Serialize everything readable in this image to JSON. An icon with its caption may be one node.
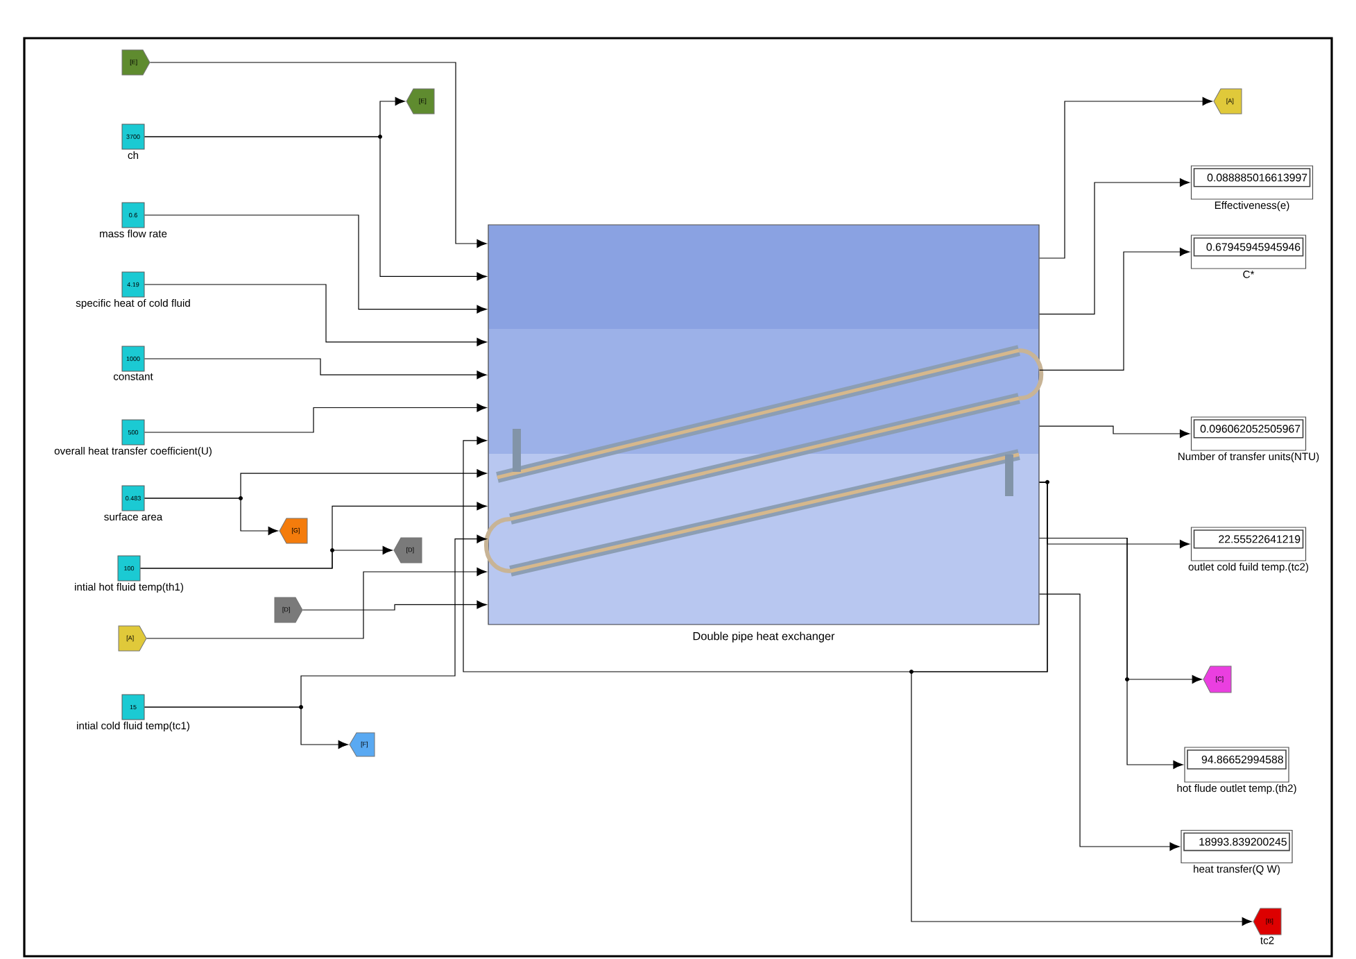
{
  "diagram": {
    "nodes": [
      {
        "text": [
          "[E]"
        ]
      },
      {
        "text": [
          "3700"
        ],
        "beside": [
          "ch"
        ]
      },
      {
        "text": [
          "[E]"
        ]
      },
      {
        "text": [
          "0.6"
        ],
        "beside": [
          "mass flow rate"
        ]
      },
      {
        "text": [
          "4.19"
        ],
        "beside": [
          "specific heat of cold fluid"
        ]
      },
      {
        "text": [
          "1000"
        ],
        "beside": [
          "constant"
        ]
      },
      {
        "text": [
          "500"
        ],
        "beside": [
          "overall heat transfer coefficient(U)"
        ]
      },
      {
        "text": [
          "0.483"
        ],
        "beside": [
          "surface area"
        ]
      },
      {
        "text": [
          "[G]"
        ]
      },
      {
        "text": [
          "100"
        ],
        "beside": [
          "intial hot fluid temp(th1)"
        ]
      },
      {
        "text": [
          "[D]"
        ]
      },
      {
        "text": [
          "[A]"
        ]
      },
      {
        "text": [
          "[D]"
        ]
      },
      {
        "text": [
          "15"
        ],
        "beside": [
          "intial cold fluid temp(tc1)"
        ]
      },
      {
        "text": [
          "[F]"
        ]
      },
      {
        "text": [
          "Double pipe heat exchanger"
        ]
      },
      {
        "text": [
          "[A]"
        ]
      },
      {
        "text": [
          "0.088885016613997"
        ],
        "beside": [
          "Effectiveness(e)"
        ]
      },
      {
        "text": [
          "0.67945945945946"
        ],
        "beside": [
          "C*"
        ]
      },
      {
        "text": [
          "0.096062052505967"
        ],
        "beside": [
          "Number of transfer units(NTU)"
        ]
      },
      {
        "text": [
          "22.55522641219"
        ],
        "beside": [
          "outlet cold fuild temp.(tc2)"
        ]
      },
      {
        "text": [
          "[C]"
        ]
      },
      {
        "text": [
          "94.86652994588"
        ],
        "beside": [
          "hot flude outlet temp.(th2)"
        ]
      },
      {
        "text": [
          "18993.839200245"
        ],
        "beside": [
          "heat transfer(Q W)"
        ]
      },
      {
        "text": [
          "[B]"
        ],
        "beside": [
          "tc2"
        ]
      }
    ],
    "edges": [
      {
        "from": 0,
        "to": 15,
        "arrow": "to"
      },
      {
        "from": 1,
        "to": 2,
        "arrow": "to"
      },
      {
        "from": 1,
        "to": 15,
        "arrow": "to"
      },
      {
        "from": 3,
        "to": 15,
        "arrow": "to"
      },
      {
        "from": 4,
        "to": 15,
        "arrow": "to"
      },
      {
        "from": 5,
        "to": 15,
        "arrow": "to"
      },
      {
        "from": 6,
        "to": 15,
        "arrow": "to"
      },
      {
        "from": 7,
        "to": 15,
        "arrow": "to"
      },
      {
        "from": 7,
        "to": 8,
        "arrow": "to"
      },
      {
        "from": 9,
        "to": 15,
        "arrow": "to"
      },
      {
        "from": 9,
        "to": 10,
        "arrow": "to"
      },
      {
        "from": 13,
        "to": 15,
        "arrow": "to"
      },
      {
        "from": 13,
        "to": 14,
        "arrow": "to"
      },
      {
        "from": 11,
        "to": 15,
        "arrow": "to"
      },
      {
        "from": 12,
        "to": 15,
        "arrow": "to"
      },
      {
        "from": 15,
        "to": 16,
        "arrow": "to"
      },
      {
        "from": 15,
        "to": 17,
        "arrow": "to"
      },
      {
        "from": 15,
        "to": 18,
        "arrow": "to"
      },
      {
        "from": 15,
        "to": 19,
        "arrow": "to"
      },
      {
        "from": 15,
        "to": 20,
        "arrow": "to"
      },
      {
        "from": 15,
        "to": 15,
        "arrow": "to"
      },
      {
        "from": 15,
        "to": 24,
        "arrow": "to"
      },
      {
        "from": 15,
        "to": 21,
        "arrow": "to"
      },
      {
        "from": 15,
        "to": 22,
        "arrow": "to"
      },
      {
        "from": 15,
        "to": 23,
        "arrow": "to"
      }
    ]
  }
}
